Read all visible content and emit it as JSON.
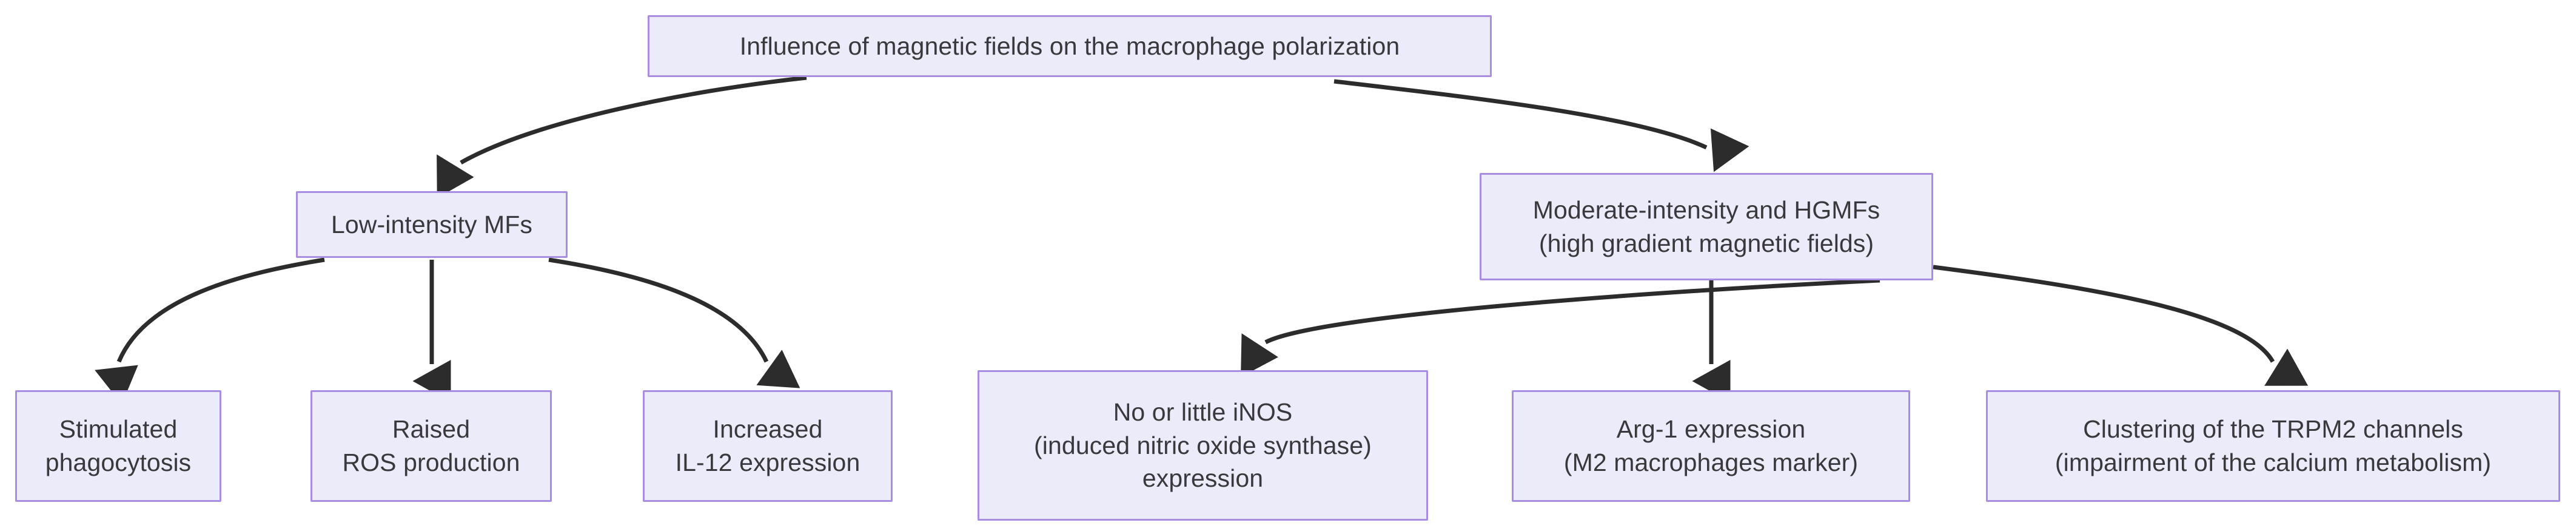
{
  "diagram": {
    "title": "Influence of magnetic fields on the macrophage polarization",
    "type": "flowchart",
    "orientation": "top-down",
    "colors": {
      "node_fill": "#ecebfa",
      "node_border": "#a98de0",
      "node_text": "#39383c",
      "edge_stroke": "#2c2c2c",
      "background": "#ffffff"
    }
  },
  "nodes": {
    "root": {
      "id": "root",
      "lines": [
        "Influence of magnetic fields on the macrophage polarization"
      ],
      "line1": "Influence of magnetic fields on the macrophage polarization"
    },
    "low_intensity": {
      "id": "low-intensity-mfs",
      "lines": [
        "Low-intensity MFs"
      ],
      "line1": "Low-intensity MFs"
    },
    "moderate_intensity": {
      "id": "moderate-intensity-hgmfs",
      "lines": [
        "Moderate-intensity and HGMFs",
        "(high gradient magnetic fields)"
      ],
      "line1": "Moderate-intensity and HGMFs",
      "line2": "(high gradient magnetic fields)"
    },
    "leaf_phagocytosis": {
      "id": "stimulated-phagocytosis",
      "lines": [
        "Stimulated",
        "phagocytosis"
      ],
      "line1": "Stimulated",
      "line2": "phagocytosis"
    },
    "leaf_ros": {
      "id": "raised-ros-production",
      "lines": [
        "Raised",
        "ROS production"
      ],
      "line1": "Raised",
      "line2": "ROS production"
    },
    "leaf_il12": {
      "id": "increased-il12-expression",
      "lines": [
        "Increased",
        "IL-12 expression"
      ],
      "line1": "Increased",
      "line2": "IL-12 expression"
    },
    "leaf_inos": {
      "id": "no-or-little-inos-expression",
      "lines": [
        "No or little iNOS",
        "(induced nitric oxide synthase)",
        "expression"
      ],
      "line1": "No or little iNOS",
      "line2": "(induced nitric oxide synthase)",
      "line3": "expression"
    },
    "leaf_arg1": {
      "id": "arg1-expression",
      "lines": [
        "Arg-1 expression",
        "(M2 macrophages marker)"
      ],
      "line1": "Arg-1 expression",
      "line2": "(M2 macrophages marker)"
    },
    "leaf_trpm2": {
      "id": "clustering-trpm2-channels",
      "lines": [
        "Clustering of the TRPM2 channels",
        "(impairment of the calcium metabolism)"
      ],
      "line1": "Clustering of the TRPM2 channels",
      "line2": "(impairment of the calcium metabolism)"
    }
  },
  "edges": [
    {
      "id": "root-to-low-intensity",
      "from": "root",
      "to": "low_intensity"
    },
    {
      "id": "root-to-moderate-intensity",
      "from": "root",
      "to": "moderate_intensity"
    },
    {
      "id": "low-intensity-to-phagocytosis",
      "from": "low_intensity",
      "to": "leaf_phagocytosis"
    },
    {
      "id": "low-intensity-to-ros",
      "from": "low_intensity",
      "to": "leaf_ros"
    },
    {
      "id": "low-intensity-to-il12",
      "from": "low_intensity",
      "to": "leaf_il12"
    },
    {
      "id": "moderate-intensity-to-inos",
      "from": "moderate_intensity",
      "to": "leaf_inos"
    },
    {
      "id": "moderate-intensity-to-arg1",
      "from": "moderate_intensity",
      "to": "leaf_arg1"
    },
    {
      "id": "moderate-intensity-to-trpm2",
      "from": "moderate_intensity",
      "to": "leaf_trpm2"
    }
  ]
}
